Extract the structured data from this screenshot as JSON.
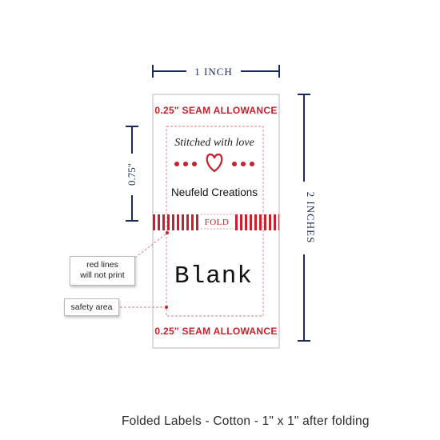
{
  "colors": {
    "red": "#c8202c",
    "navy": "#1f2a5c",
    "pink_dashed": "#e57a8a",
    "border": "#b8b8b8"
  },
  "dimensions": {
    "width_label": "1 INCH",
    "height_label": "2 INCHES",
    "half_label": "0.75\""
  },
  "label": {
    "seam_top": "0.25\" SEAM ALLOWANCE",
    "seam_bottom": "0.25\" SEAM ALLOWANCE",
    "script_text": "Stitched with love",
    "heart_icon": "heart-icon",
    "business_name": "Neufeld Creations",
    "fold_text": "FOLD",
    "blank_text": "Blank"
  },
  "callouts": {
    "red_lines_line1": "red lines",
    "red_lines_line2": "will not print",
    "safety_area": "safety area"
  },
  "caption": "Folded Labels - Cotton - 1\" x 1\" after folding"
}
